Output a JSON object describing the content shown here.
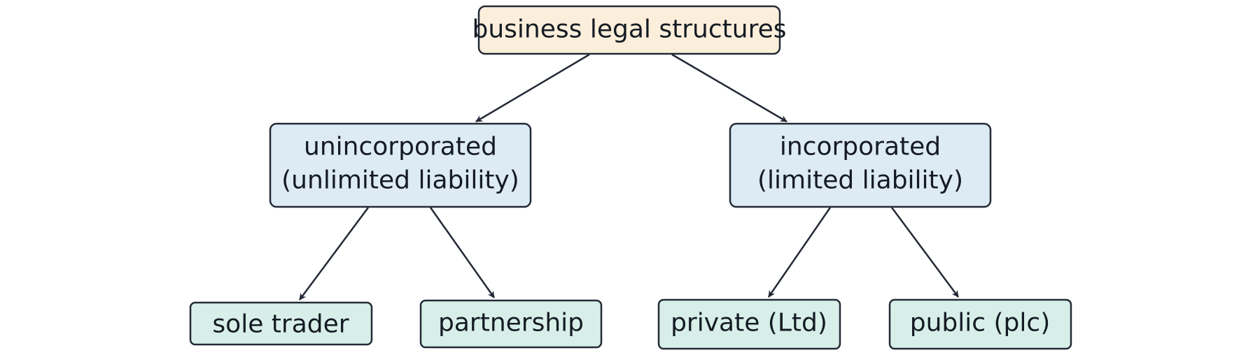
{
  "diagram": {
    "colors": {
      "root_fill": "#fbefdb",
      "category_fill": "#dcebf4",
      "leaf_fill": "#d7efe8",
      "stroke": "#232a36",
      "text": "#151b24"
    },
    "root": {
      "label": "business legal structures"
    },
    "unincorporated": {
      "line1": "unincorporated",
      "line2": "(unlimited liability)"
    },
    "incorporated": {
      "line1": "incorporated",
      "line2": "(limited liability)"
    },
    "leaves": {
      "sole_trader": "sole trader",
      "partnership": "partnership",
      "private": "private (Ltd)",
      "public": "public (plc)"
    },
    "edges": [
      {
        "from": "root",
        "to": "unincorporated"
      },
      {
        "from": "root",
        "to": "incorporated"
      },
      {
        "from": "unincorporated",
        "to": "sole_trader"
      },
      {
        "from": "unincorporated",
        "to": "partnership"
      },
      {
        "from": "incorporated",
        "to": "private"
      },
      {
        "from": "incorporated",
        "to": "public"
      }
    ]
  }
}
